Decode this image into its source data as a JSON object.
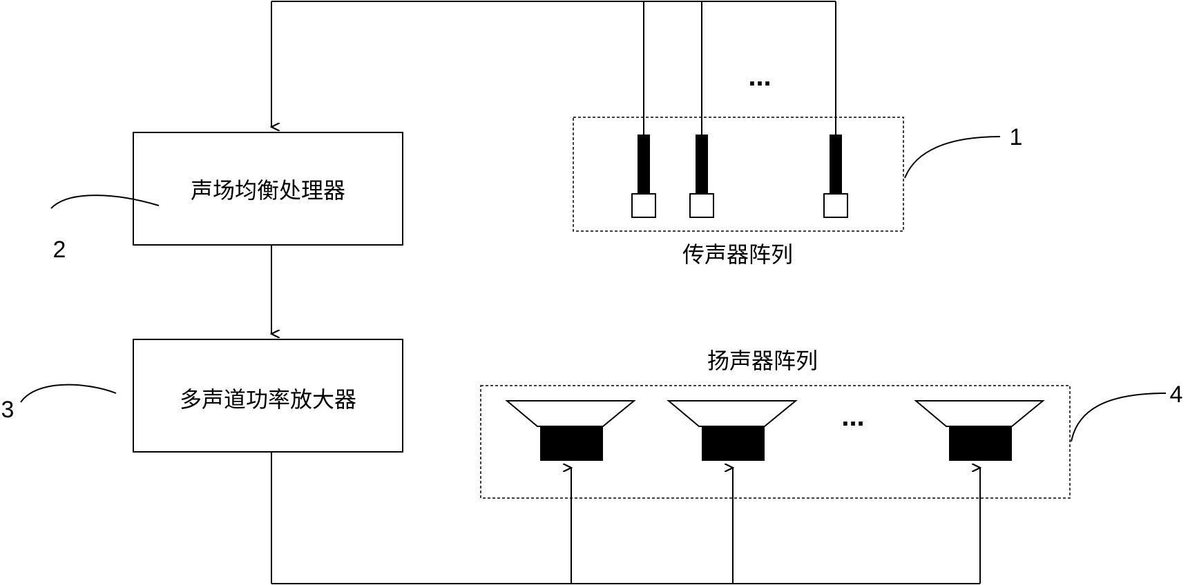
{
  "blocks": {
    "processor": {
      "label": "声场均衡处理器",
      "number": "2"
    },
    "amplifier": {
      "label": "多声道功率放大器",
      "number": "3"
    },
    "mic_array": {
      "label": "传声器阵列",
      "number": "1"
    },
    "speaker_array": {
      "label": "扬声器阵列",
      "number": "4"
    }
  },
  "ellipsis": {
    "mic": "...",
    "speaker": "..."
  }
}
